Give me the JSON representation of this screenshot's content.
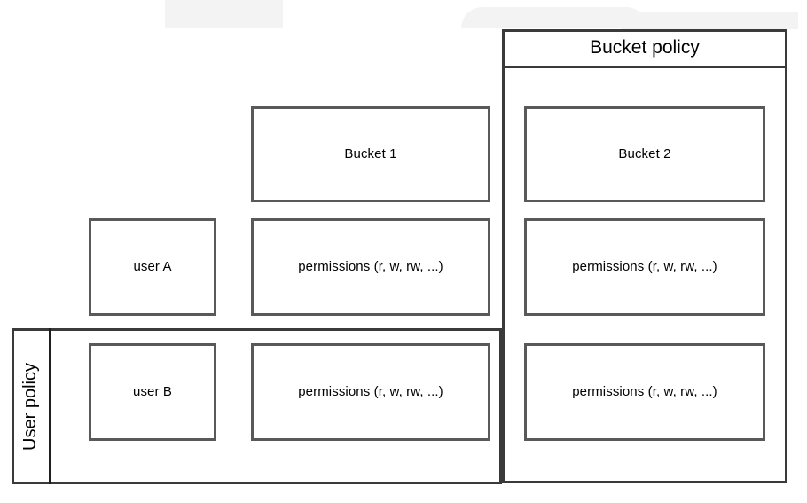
{
  "diagram": {
    "title_bucket_policy": "Bucket policy",
    "title_user_policy": "User policy",
    "permissions_text": "permissions (r, w, rw, ...)",
    "colors": {
      "box_border": "#595959",
      "container_border": "#3a3a3a",
      "divider": "#1f1f1f",
      "background": "#ffffff",
      "text": "#000000",
      "artifact": "#f3f3f3"
    },
    "buckets": [
      {
        "id": "bucket1",
        "label": "Bucket 1"
      },
      {
        "id": "bucket2",
        "label": "Bucket 2"
      }
    ],
    "users": [
      {
        "id": "userA",
        "label": "user A"
      },
      {
        "id": "userB",
        "label": "user B"
      }
    ],
    "cells": {
      "userA_bucket1": "permissions (r, w, rw, ...)",
      "userA_bucket2": "permissions (r, w, rw, ...)",
      "userB_bucket1": "permissions (r, w, rw, ...)",
      "userB_bucket2": "permissions (r, w, rw, ...)"
    }
  }
}
